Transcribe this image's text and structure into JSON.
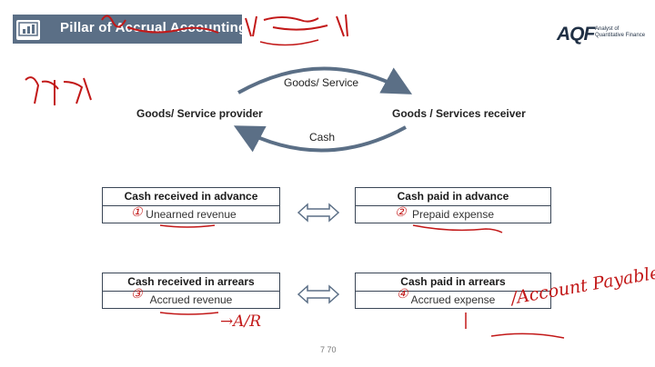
{
  "header": {
    "title": "Pillar of Accrual Accounting",
    "logo_mark": "AQF",
    "logo_sub": "Analyst of Quantitative Finance"
  },
  "diagram": {
    "left_party": "Goods/ Service provider",
    "right_party": "Goods / Services receiver",
    "top_flow": "Goods/ Service",
    "bottom_flow": "Cash"
  },
  "boxes": [
    {
      "head": "Cash received in advance",
      "body": "Unearned revenue"
    },
    {
      "head": "Cash paid in advance",
      "body": "Prepaid expense"
    },
    {
      "head": "Cash received in arrears",
      "body": "Accrued revenue"
    },
    {
      "head": "Cash paid in arrears",
      "body": "Accrued expense"
    }
  ],
  "annotations": {
    "payable": "/Account Payable",
    "ar": "→A/R",
    "circle_one": "①",
    "circle_two": "②",
    "circle_three": "③",
    "circle_four": "④"
  },
  "page_number": "7 70",
  "colors": {
    "header_band": "#5b6f86",
    "ink": "#c21818",
    "arrow": "#5b6f86"
  }
}
